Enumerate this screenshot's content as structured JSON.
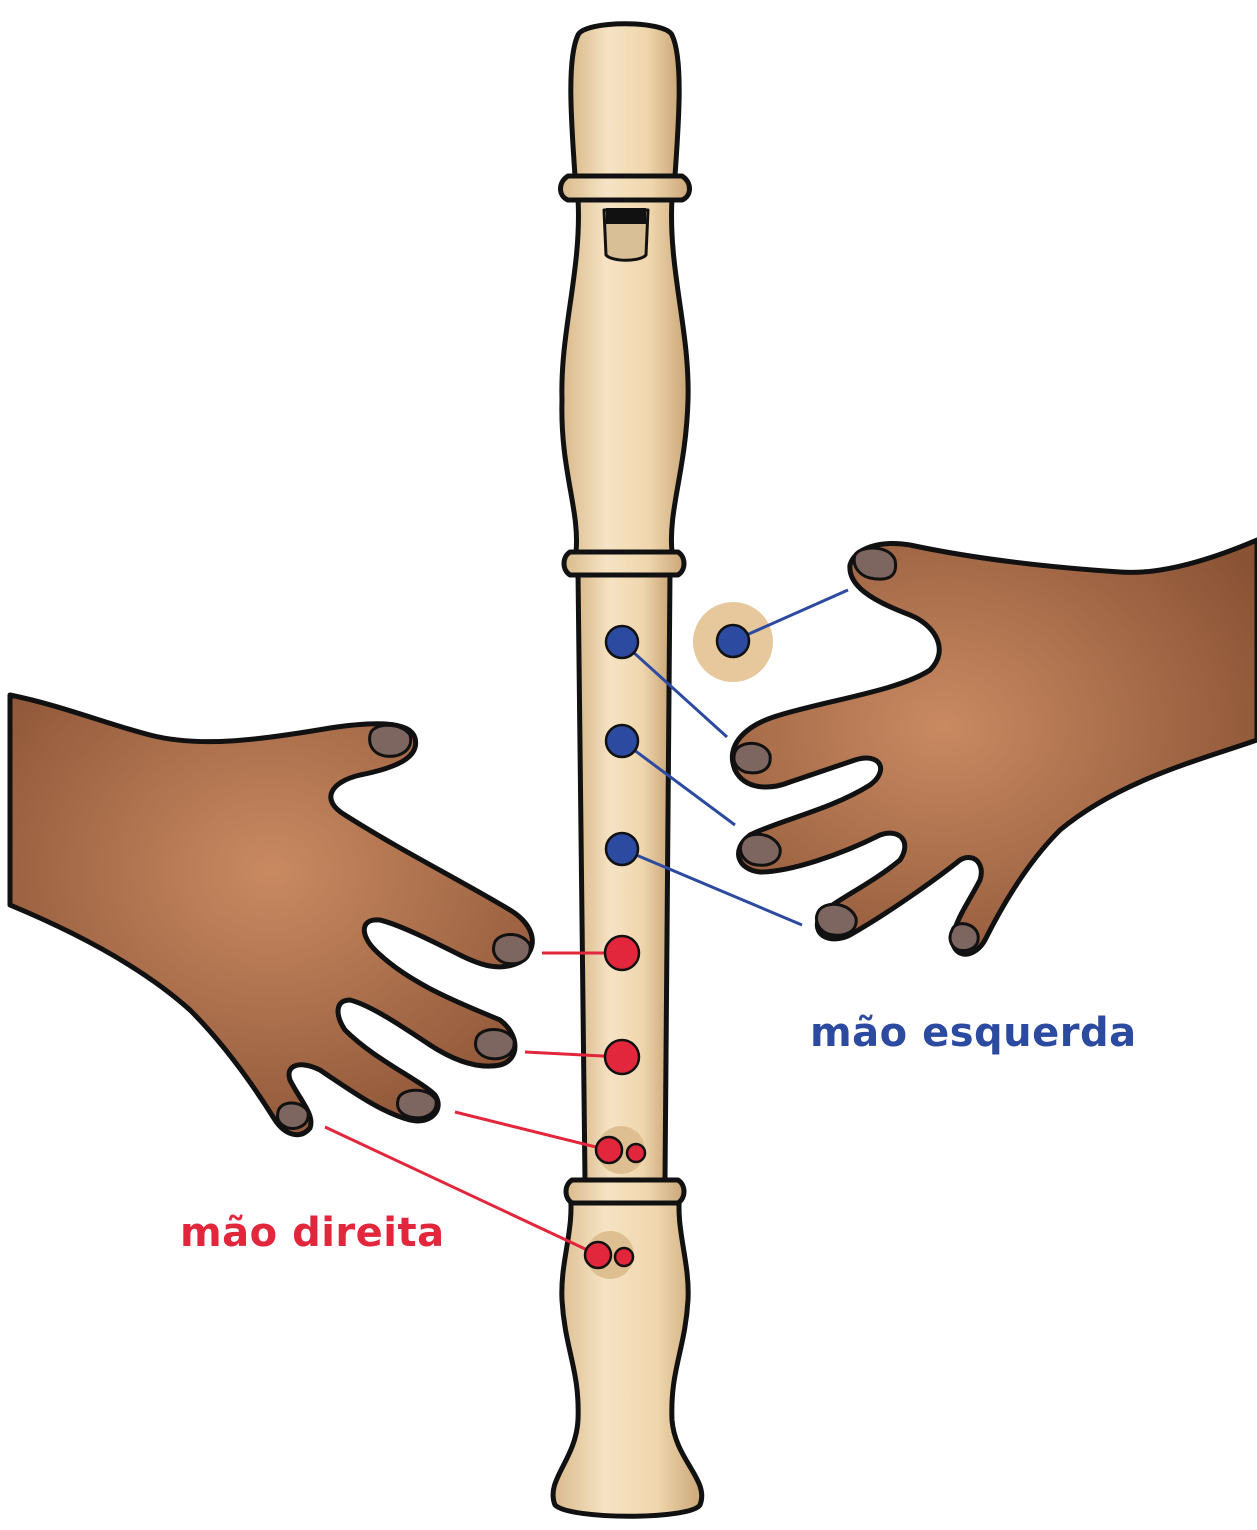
{
  "labels": {
    "left_hand": "mão esquerda",
    "right_hand": "mão direita"
  },
  "colors": {
    "left_hand": "#2b4aa0",
    "right_hand": "#e2263b",
    "recorder_wood": "#f1d9b4",
    "recorder_shadow": "#d9b98b",
    "skin": "#9a6040",
    "nail": "#7d6560",
    "outline": "#111111"
  },
  "fingering": {
    "left_hand_holes": 4,
    "right_hand_holes": 4
  }
}
